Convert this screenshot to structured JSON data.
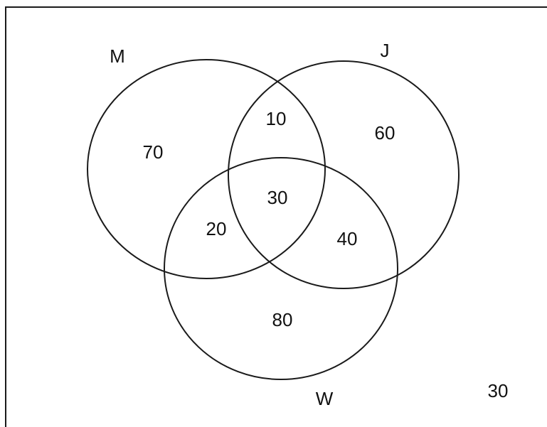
{
  "diagram": {
    "sets": [
      {
        "key": "M",
        "label": "M"
      },
      {
        "key": "J",
        "label": "J"
      },
      {
        "key": "W",
        "label": "W"
      }
    ],
    "regions": {
      "m_only": "70",
      "j_only": "60",
      "w_only": "80",
      "m_and_j_only": "10",
      "m_and_w_only": "20",
      "j_and_w_only": "40",
      "m_j_w": "30",
      "outside": "30"
    }
  }
}
